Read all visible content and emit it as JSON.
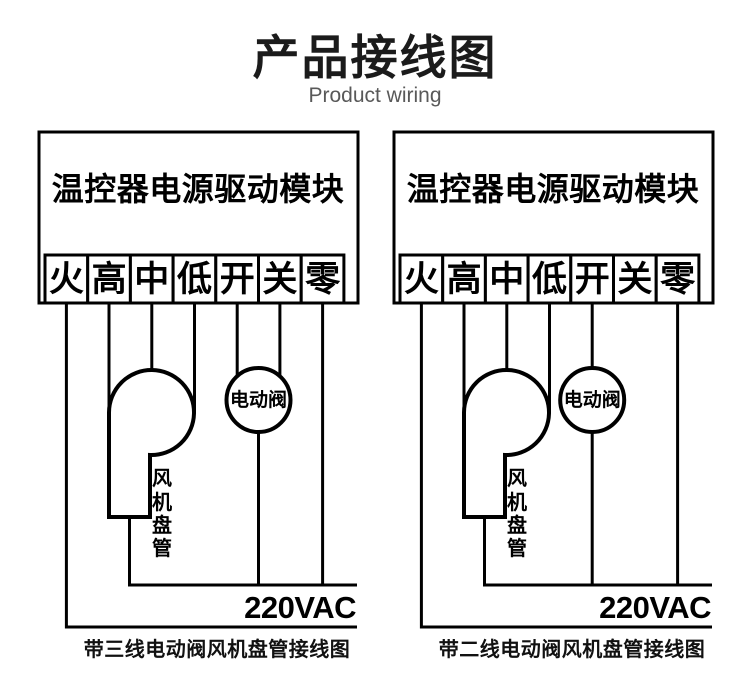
{
  "header": {
    "title": "产品接线图",
    "subtitle": "Product wiring"
  },
  "colors": {
    "line": "#000000",
    "title_text": "#1b1b1b",
    "subtitle_gray": "#595959",
    "background": "#ffffff"
  },
  "diagrams": [
    {
      "module_title": "温控器电源驱动模块",
      "terminals": [
        "火",
        "高",
        "中",
        "低",
        "开",
        "关",
        "零"
      ],
      "valve_label": "电动阀",
      "fan_coil_label": "风机盘管",
      "fan_coil_chars": [
        "风",
        "机",
        "盘",
        "管"
      ],
      "voltage_label": "220VAC",
      "caption": "带三线电动阀风机盘管接线图",
      "valve_wire_type": "three-wire"
    },
    {
      "module_title": "温控器电源驱动模块",
      "terminals": [
        "火",
        "高",
        "中",
        "低",
        "开",
        "关",
        "零"
      ],
      "valve_label": "电动阀",
      "fan_coil_label": "风机盘管",
      "fan_coil_chars": [
        "风",
        "机",
        "盘",
        "管"
      ],
      "voltage_label": "220VAC",
      "caption": "带二线电动阀风机盘管接线图",
      "valve_wire_type": "two-wire"
    }
  ]
}
